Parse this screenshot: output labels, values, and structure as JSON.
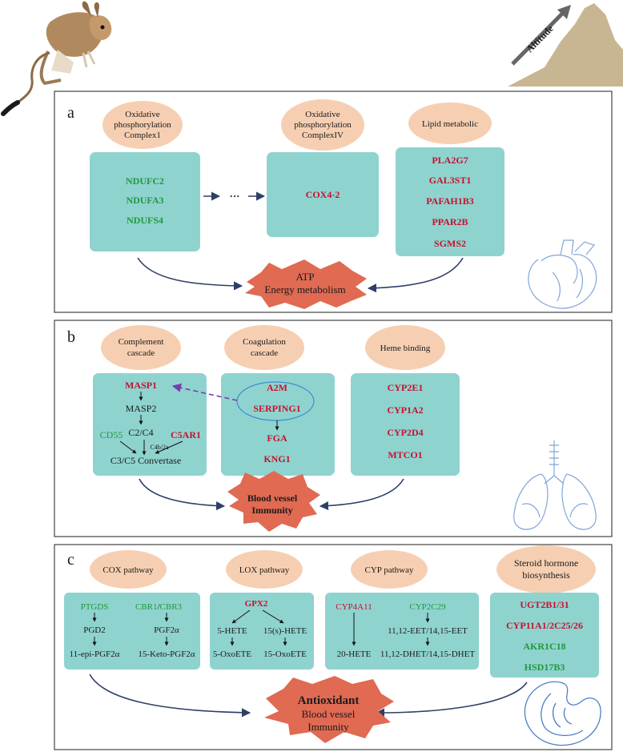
{
  "altitude_label": "Altitude",
  "panel_a": {
    "letter": "a",
    "categories": [
      [
        "Oxidative",
        "phosphorylation",
        "Complex1"
      ],
      [
        "Oxidative",
        "phosphorylation",
        "ComplexIV"
      ],
      [
        "Lipid metabolic"
      ]
    ],
    "box1": [
      "NDUFC2",
      "NDUFA3",
      "NDUFS4"
    ],
    "ellipsis": "···",
    "box2": [
      "COX4-2"
    ],
    "box3": [
      "PLA2G7",
      "GAL3ST1",
      "PAFAH1B3",
      "PPAR2B",
      "SGMS2"
    ],
    "outcome": [
      "ATP",
      "Energy metabolism"
    ]
  },
  "panel_b": {
    "letter": "b",
    "categories": [
      [
        "Complement",
        "cascade"
      ],
      [
        "Coagulation",
        "cascade"
      ],
      [
        "Heme binding"
      ]
    ],
    "complement": {
      "masp1": "MASP1",
      "masp2": "MASP2",
      "c2c4": "C2/C4",
      "cd55": "CD55",
      "c5ar1": "C5AR1",
      "c4b2a": "C4b/2a",
      "convertase": "C3/C5 Convertase"
    },
    "coag": [
      "A2M",
      "SERPING1",
      "FGA",
      "KNG1"
    ],
    "heme": [
      "CYP2E1",
      "CYP1A2",
      "CYP2D4",
      "MTCO1"
    ],
    "outcome": [
      "Blood vessel",
      "Immunity"
    ]
  },
  "panel_c": {
    "letter": "c",
    "categories": [
      [
        "COX pathway"
      ],
      [
        "LOX pathway"
      ],
      [
        "CYP pathway"
      ],
      [
        "Steroid hormone",
        "biosynthesis"
      ]
    ],
    "cox": {
      "g1": "PTGDS",
      "g2a": "CBR1",
      "sep": "/",
      "g2b": "CBR3",
      "m1": "PGD2",
      "m2": "PGF2α",
      "p1": "11-epi-PGF2α",
      "p2": "15-Keto-PGF2α"
    },
    "lox": {
      "g": "GPX2",
      "m1": "5-HETE",
      "m2": "15(s)-HETE",
      "p1": "5-OxoETE",
      "p2": "15-OxoETE"
    },
    "cyp": {
      "g1": "CYP4A11",
      "g2": "CYP2C29",
      "m2": "11,12-EET/14,15-EET",
      "p1": "20-HETE",
      "p2": "11,12-DHET/14,15-DHET"
    },
    "steroid_red": [
      "UGT2B1/31",
      "CYP11A1/2C25/26"
    ],
    "steroid_green": [
      "AKR1C18",
      "HSD17B3"
    ],
    "outcome": [
      "Antioxidant",
      "Blood vessel",
      "Immunity"
    ]
  },
  "colors": {
    "box": "#8fd3cf",
    "oval": "#f6cfb2",
    "star": "#e06a52",
    "upregulated": "#c8102e",
    "downregulated": "#1f9a3a",
    "arrow": "#2e3f66",
    "dashed_link": "#7a3bb0",
    "organ_outline": "#7fa6d8"
  }
}
